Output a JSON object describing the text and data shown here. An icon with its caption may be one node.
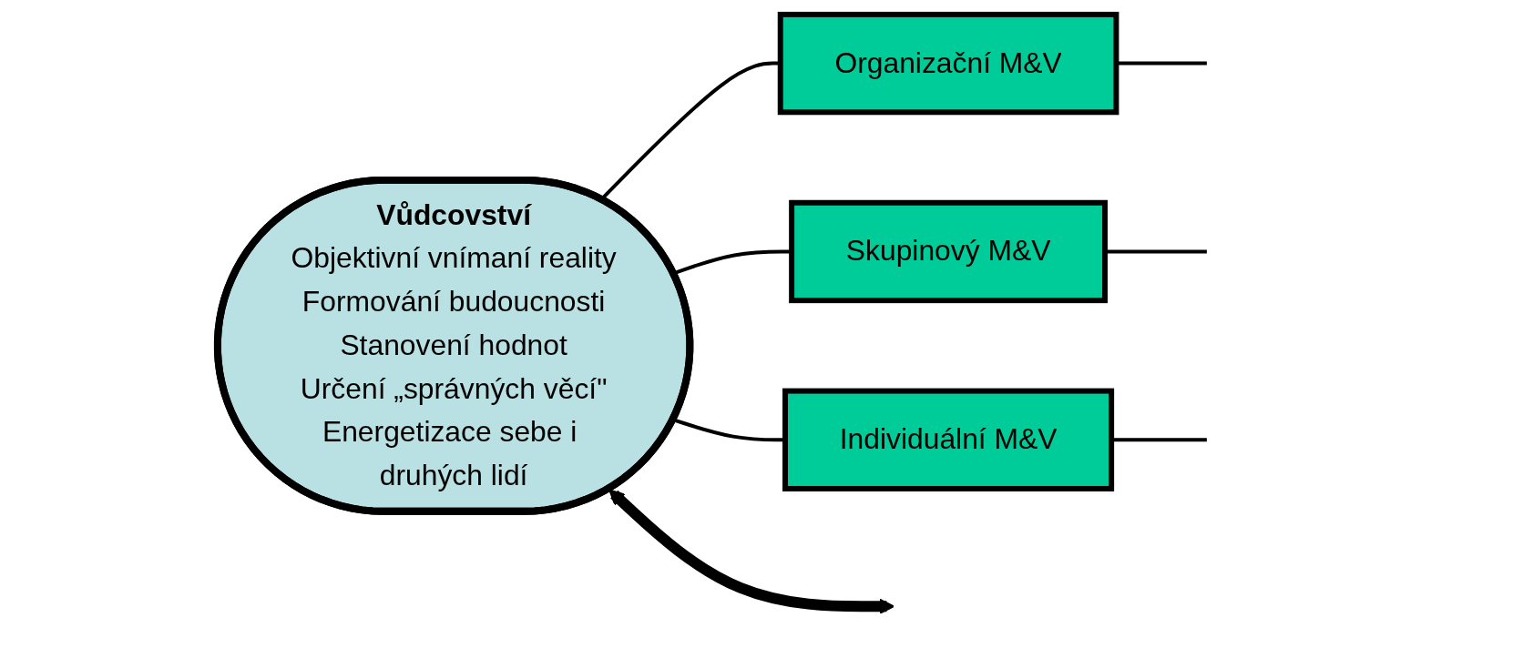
{
  "diagram": {
    "nodes": [
      {
        "text": [
          "Vůdcovství",
          "Objektivní vnímaní reality",
          "Formování budoucnosti",
          "Stanovení hodnot",
          "Určení „správných věcí\"",
          "Energetizace sebe i druhých lidí"
        ]
      },
      {
        "text": [
          "Organizační M&V"
        ]
      },
      {
        "text": [
          "Skupinový M&V"
        ]
      },
      {
        "text": [
          "Individuální M&V"
        ]
      }
    ],
    "edges": [
      {
        "from": 0,
        "to": 1,
        "arrow": "none"
      },
      {
        "from": 0,
        "to": 2,
        "arrow": "none"
      },
      {
        "from": 0,
        "to": 3,
        "arrow": "none"
      },
      {
        "from": 1,
        "to": null,
        "arrow": "none"
      },
      {
        "from": 2,
        "to": null,
        "arrow": "none"
      },
      {
        "from": 3,
        "to": null,
        "arrow": "none"
      },
      {
        "from": 0,
        "to": null,
        "arrow": "both",
        "style": "thick"
      }
    ]
  }
}
